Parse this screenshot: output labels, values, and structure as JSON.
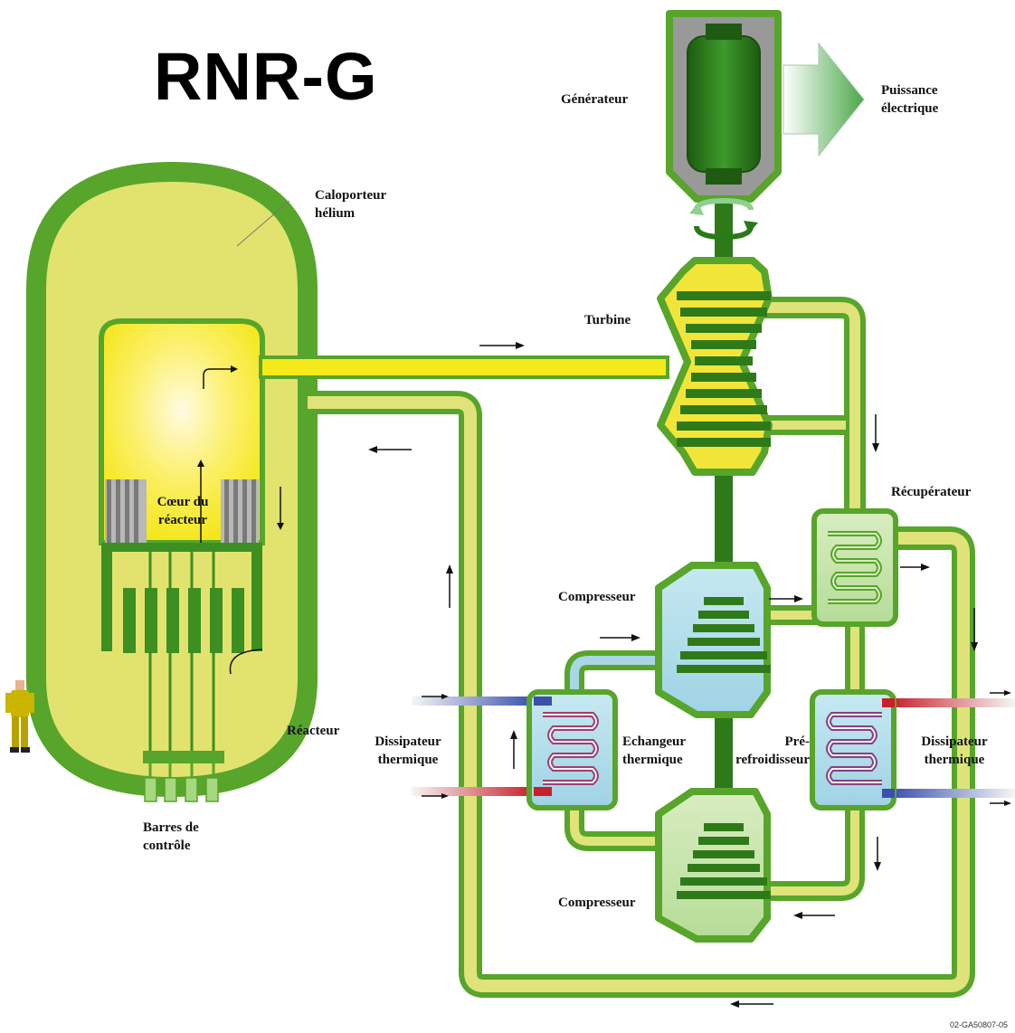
{
  "title": "RNR-G",
  "labels": {
    "generateur": "Générateur",
    "puissance": [
      "Puissance",
      "électrique"
    ],
    "caloporteur": [
      "Caloporteur",
      "hélium"
    ],
    "turbine": "Turbine",
    "recuperateur": "Récupérateur",
    "coeur": [
      "Cœur du",
      "réacteur"
    ],
    "compresseur_haut": "Compresseur",
    "compresseur_bas": "Compresseur",
    "reacteur": "Réacteur",
    "dissipateur_gauche": [
      "Dissipateur",
      "thermique"
    ],
    "echangeur": [
      "Echangeur",
      "thermique"
    ],
    "prerefroidisseur": [
      "Pré-",
      "refroidisseur"
    ],
    "dissipateur_droite": [
      "Dissipateur",
      "thermique"
    ],
    "barres": [
      "Barres de",
      "contrôle"
    ]
  },
  "reference": "02-GA50807-05",
  "colors": {
    "vessel_green": "#5aa82a",
    "dark_green": "#2f7a18",
    "hot_yellow": "#f2ea3a",
    "pale_yellow": "#dfe37a",
    "cold_blue": "#a9d6e6",
    "red_pipe": "#c8202a",
    "blue_pipe": "#3a4fae",
    "generator": "#2e7d1e"
  }
}
